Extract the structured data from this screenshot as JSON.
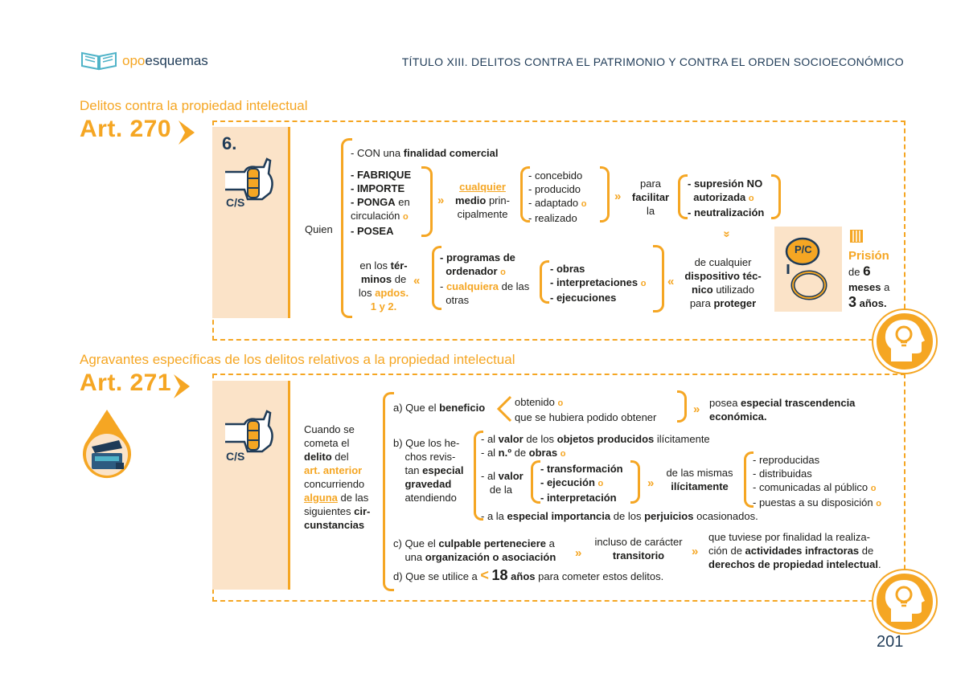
{
  "header": {
    "brand_prefix": "opo",
    "brand_suffix": "esquemas",
    "title": "TÍTULO XIII. DELITOS CONTRA EL PATRIMONIO Y CONTRA EL ORDEN SOCIOECONÓMICO"
  },
  "colors": {
    "accent": "#f5a623",
    "navy": "#1f3b57",
    "panel": "#fbe3c8"
  },
  "s270": {
    "section_title": "Delitos contra la propiedad intelectual",
    "article": "Art. 270",
    "number": "6.",
    "cs_label": "C/S",
    "quien": "Quien",
    "con_prefix": "- CON una ",
    "con_bold": "finalidad comercial",
    "verbs": [
      "- FABRIQUE",
      "- IMPORTE",
      "- PONGA",
      " en",
      "circulación",
      "- POSEA"
    ],
    "medio_1": "cualquier",
    "medio_2": "medio",
    "medio_3": " prin-",
    "medio_4": "cipalmente",
    "participles": [
      "- concebido",
      "- producido",
      "- adaptado",
      "- realizado"
    ],
    "para_1": "para",
    "para_2": "facilitar",
    "para_3": "la",
    "supresion": [
      "- supresión NO",
      "autorizada",
      "- neutralización"
    ],
    "dispositivo": [
      "de cualquier",
      "dispositivo téc-",
      "nico",
      " utilizado",
      "para ",
      "proteger"
    ],
    "obras": [
      "- obras",
      "- interpretaciones",
      "- ejecuciones"
    ],
    "programas": [
      "- programas de",
      "ordenador",
      "- ",
      "cualquiera",
      " de las",
      "otras"
    ],
    "terminos": [
      "en los ",
      "tér-",
      "minos",
      " de",
      "los ",
      "apdos.",
      "1 y 2."
    ],
    "pc_label": "P/C",
    "prision": [
      "Prisión",
      "de ",
      "6",
      "meses",
      " a",
      "3",
      " años."
    ]
  },
  "s271": {
    "section_title": "Agravantes específicas de los delitos relativos a la propiedad intelectual",
    "article": "Art. 271",
    "cs_label": "C/S",
    "cuando": [
      "Cuando se",
      "cometa el",
      "delito",
      " del",
      "art. anterior",
      "concurriendo",
      "alguna",
      " de las",
      "siguientes ",
      "cir-",
      "cunstancias"
    ],
    "a_prefix": "a) Que el ",
    "a_bold": "beneficio",
    "a_opts": [
      "obtenido",
      "que se hubiera podido obtener"
    ],
    "a_result": [
      "posea ",
      "especial trascendencia",
      "económica."
    ],
    "b_lines": [
      "b) Que los he-",
      "chos revis-",
      "tan ",
      "especial",
      "gravedad",
      "atendiendo"
    ],
    "b_item1": [
      "- al ",
      "valor",
      " de los ",
      "objetos producidos",
      " ilícitamente"
    ],
    "b_item2": [
      "- al ",
      "n.º",
      " de ",
      "obras"
    ],
    "b_valor": [
      "- al ",
      "valor",
      "de la"
    ],
    "b_valor_opts": [
      "- transformación",
      "- ejecución",
      "- interpretación"
    ],
    "b_mismas": [
      "de las mismas",
      "ilícitamente"
    ],
    "b_acts": [
      "- reproducidas",
      "- distribuidas",
      "- comunicadas al público",
      "- puestas a su disposición"
    ],
    "b_item4": [
      "- a la ",
      "especial importancia",
      " de los ",
      "perjuicios",
      " ocasionados."
    ],
    "c_lines": [
      "c) Que el ",
      "culpable perteneciere",
      " a",
      "una ",
      "organización o asociación"
    ],
    "c_mid": [
      "incluso de carácter",
      "transitorio"
    ],
    "c_end": [
      "que tuviese por finalidad la realiza-",
      "ción de ",
      "actividades infractoras",
      " de",
      "derechos de propiedad intelectual",
      "."
    ],
    "d_prefix": "d) Que se utilice a ",
    "d_lt": "<",
    "d_num": "18",
    "d_anos": " años",
    "d_suffix": " para cometer estos delitos."
  },
  "page_number": "201"
}
